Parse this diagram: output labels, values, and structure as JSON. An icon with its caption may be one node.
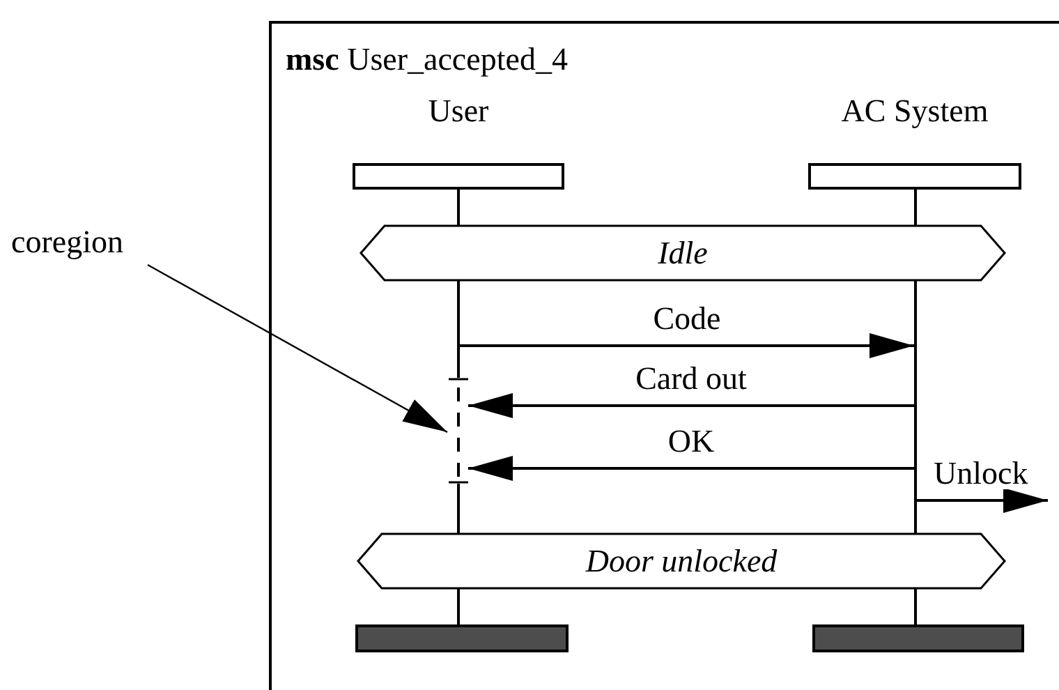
{
  "diagram": {
    "nodes": [
      {
        "text": [
          "**msc** User_accepted_4"
        ]
      },
      {
        "text": [
          "User"
        ],
        "in": 0
      },
      {
        "text": [
          "AC System"
        ],
        "in": 0
      },
      {
        "text": [
          "Idle"
        ],
        "in": 0
      },
      {
        "text": [
          "Door unlocked"
        ],
        "in": 0
      },
      {
        "text": [
          "coregion"
        ]
      },
      {
        "text": [],
        "shape": "line",
        "in": 0
      },
      {
        "text": [],
        "shape": "line",
        "in": 0
      },
      {
        "text": [],
        "shape": "bracket",
        "in": 0
      },
      {
        "text": [],
        "shape": "line",
        "in": 0
      },
      {
        "text": [],
        "shape": "bar",
        "in": 0
      },
      {
        "text": [],
        "shape": "bar",
        "in": 0
      }
    ],
    "edges": [
      {
        "from": 6,
        "to": 7,
        "arrow": "to",
        "label": "Code"
      },
      {
        "from": 7,
        "to": 8,
        "arrow": "to",
        "label": "Card out"
      },
      {
        "from": 7,
        "to": 8,
        "arrow": "to",
        "label": "OK"
      },
      {
        "from": 7,
        "to": null,
        "arrow": "to",
        "label": "Unlock"
      },
      {
        "from": 5,
        "to": 8,
        "arrow": "to"
      }
    ]
  }
}
